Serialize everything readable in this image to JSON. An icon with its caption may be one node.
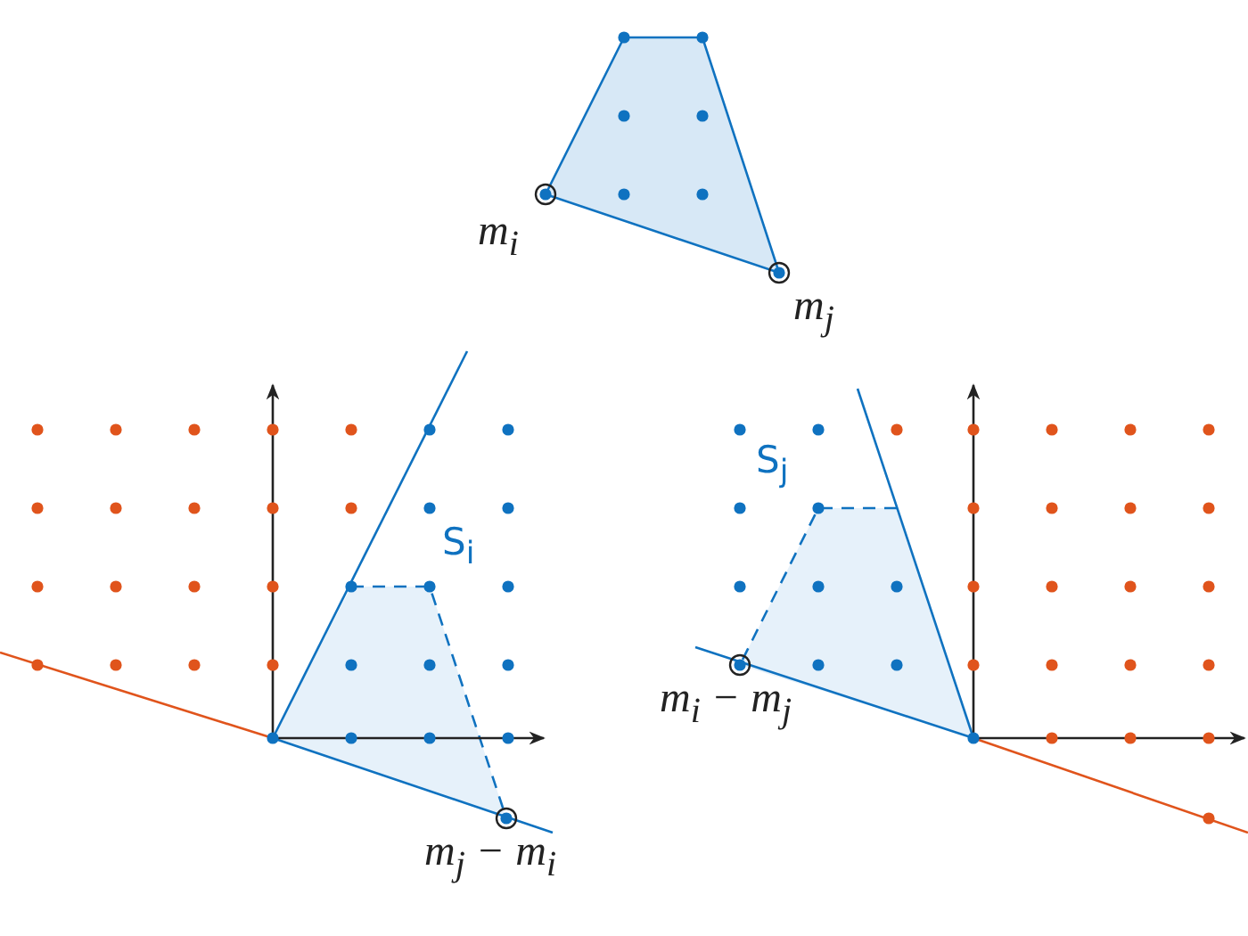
{
  "diagram": {
    "labels": [
      "m$_{i}$",
      "m$_{j}$",
      "S$_{i}$",
      "m$_{j}$ − m$_{i}$",
      "S$_{j}$",
      "m$_{i}$ − m$_{j}$"
    ]
  }
}
